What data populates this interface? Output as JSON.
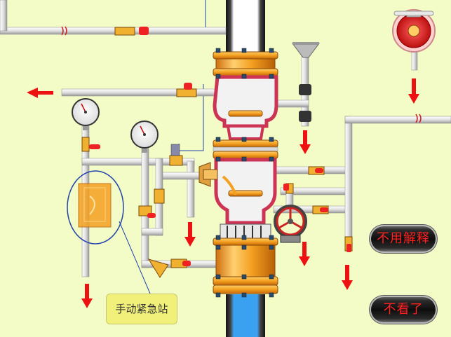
{
  "buttons": {
    "no_explain": "不用解释",
    "dont_watch": "不看了"
  },
  "labels": {
    "manual_station": "手动紧急站"
  },
  "colors": {
    "background": "#f3fcc6",
    "pipe": "#e8e8e8",
    "valve_body": "#f4a020",
    "chamber": "#cc3355",
    "water": "#3399ee",
    "arrow": "#ee1111",
    "button_text": "#ff2020"
  }
}
